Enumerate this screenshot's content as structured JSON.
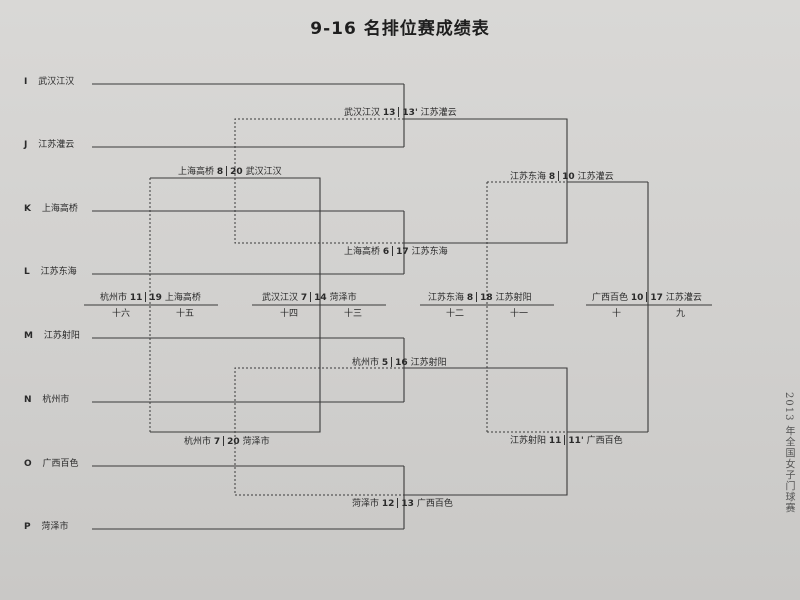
{
  "title": "9-16 名排位赛成绩表",
  "side_note": "2013 年全国女子门球赛",
  "teams": [
    {
      "letter": "I",
      "name": "武汉江汉"
    },
    {
      "letter": "J",
      "name": "江苏灌云"
    },
    {
      "letter": "K",
      "name": "上海高桥"
    },
    {
      "letter": "L",
      "name": "江苏东海"
    },
    {
      "letter": "M",
      "name": "江苏射阳"
    },
    {
      "letter": "N",
      "name": "杭州市"
    },
    {
      "letter": "O",
      "name": "广西百色"
    },
    {
      "letter": "P",
      "name": "菏泽市"
    }
  ],
  "matches": [
    {
      "left_team": "武汉江汉",
      "left_score": "13",
      "right_score": "13'",
      "right_team": "江苏灌云"
    },
    {
      "left_team": "上海高桥",
      "left_score": "6",
      "right_score": "17",
      "right_team": "江苏东海"
    },
    {
      "left_team": "杭州市",
      "left_score": "5",
      "right_score": "16",
      "right_team": "江苏射阳"
    },
    {
      "left_team": "菏泽市",
      "left_score": "12",
      "right_score": "13",
      "right_team": "广西百色"
    },
    {
      "left_team": "上海高桥",
      "left_score": "8",
      "right_score": "20",
      "right_team": "武汉江汉"
    },
    {
      "left_team": "杭州市",
      "left_score": "7",
      "right_score": "20",
      "right_team": "菏泽市"
    },
    {
      "left_team": "江苏东海",
      "left_score": "8",
      "right_score": "10",
      "right_team": "江苏灌云"
    },
    {
      "left_team": "江苏射阳",
      "left_score": "11",
      "right_score": "11'",
      "right_team": "广西百色"
    }
  ],
  "placements": [
    {
      "left_team": "杭州市",
      "left_score": "11",
      "right_score": "19",
      "right_team": "上海高桥",
      "left_rank": "十六",
      "right_rank": "十五"
    },
    {
      "left_team": "武汉江汉",
      "left_score": "7",
      "right_score": "14",
      "right_team": "菏泽市",
      "left_rank": "十四",
      "right_rank": "十三"
    },
    {
      "left_team": "江苏东海",
      "left_score": "8",
      "right_score": "18",
      "right_team": "江苏射阳",
      "left_rank": "十二",
      "right_rank": "十一"
    },
    {
      "left_team": "广西百色",
      "left_score": "10",
      "right_score": "17",
      "right_team": "江苏灌云",
      "left_rank": "十",
      "right_rank": "九"
    }
  ]
}
